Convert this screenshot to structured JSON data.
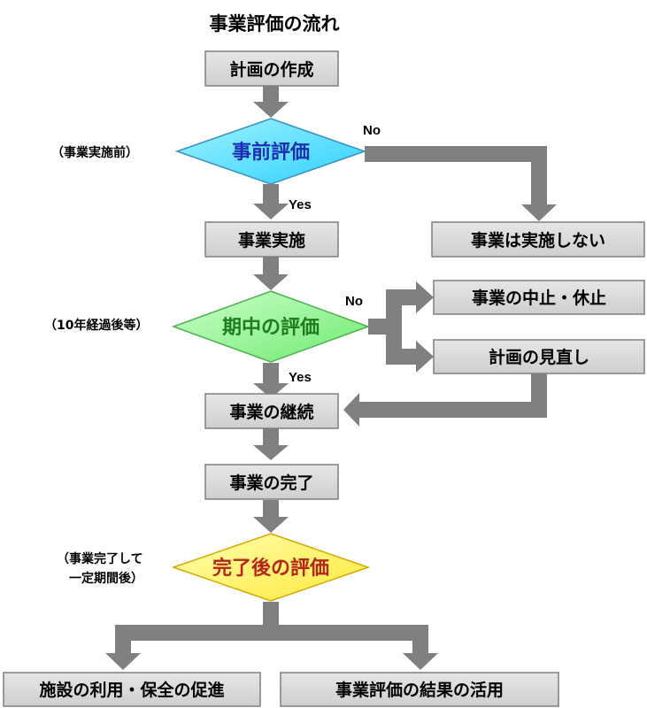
{
  "title": "事業評価の流れ",
  "nodes": {
    "plan": "計画の作成",
    "pre_eval": "事前評価",
    "implement": "事業実施",
    "no_implement": "事業は実施しない",
    "mid_eval": "期中の評価",
    "stop": "事業の中止・休止",
    "review": "計画の見直し",
    "continue": "事業の継続",
    "complete": "事業の完了",
    "post_eval": "完了後の評価",
    "promote": "施設の利用・保全の促進",
    "utilize": "事業評価の結果の活用"
  },
  "side_labels": {
    "pre": "（事業実施前）",
    "mid": "（10年経過後等）",
    "post_line1": "（事業完了して",
    "post_line2": "一定期間後）"
  },
  "branch_labels": {
    "pre_no": "No",
    "pre_yes": "Yes",
    "mid_no": "No",
    "mid_yes": "Yes"
  },
  "colors": {
    "box_fill": "#d9d9d9",
    "box_border": "#7f7f7f",
    "arrow": "#808080",
    "pre_eval_fill": "#66ffff",
    "mid_eval_fill": "#99ff99",
    "post_eval_fill": "#ffff66"
  }
}
